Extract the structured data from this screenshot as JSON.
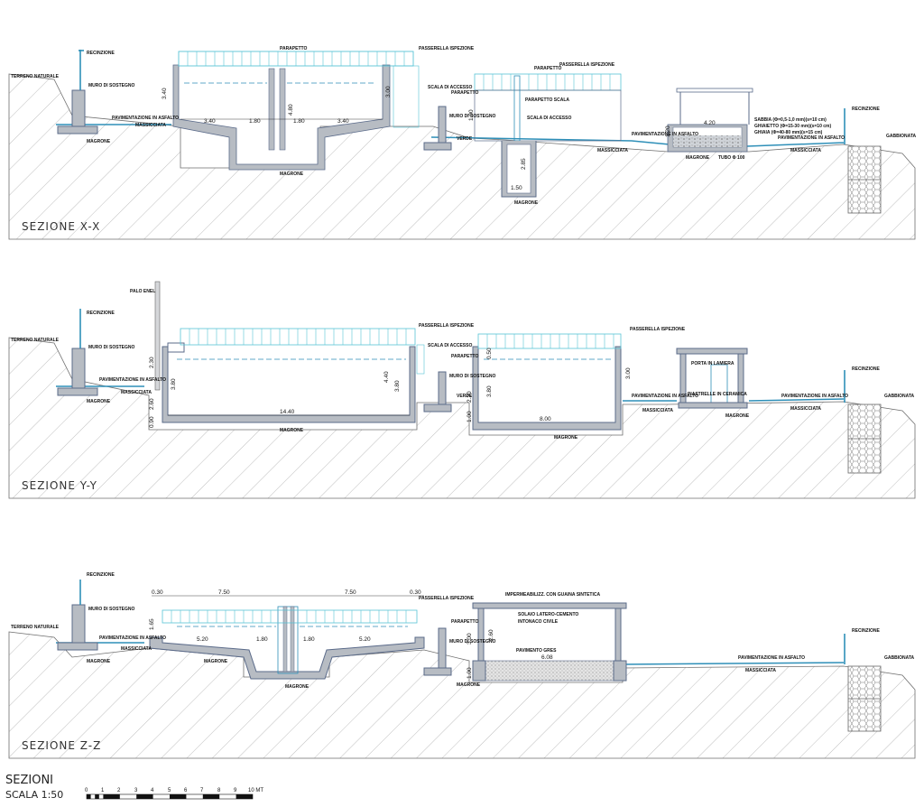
{
  "drawing": {
    "title": "SEZIONI",
    "scale_label": "SCALA 1:50",
    "scale_ticks": [
      "0",
      "1",
      "2",
      "3",
      "4",
      "5",
      "6",
      "7",
      "8",
      "9",
      "10 MT"
    ]
  },
  "colors": {
    "concrete": "#5b6b8a",
    "blue": "#2e8fb8",
    "rail": "#58c4d6",
    "fill": "#b7bcc3",
    "hatch": "#9a9a9a"
  },
  "sections": [
    {
      "name": "SEZIONE X-X",
      "labels": {
        "terreno": "TERRENO NATURALE",
        "recinzione": "RECINZIONE",
        "muro": "MURO DI SOSTEGNO",
        "pavimentazione": "PAVIMENTAZIONE IN ASFALTO",
        "massicciata": "MASSICCIATA",
        "magrone": "MAGRONE",
        "parapetto": "PARAPETTO",
        "passerella": "PASSERELLA ISPEZIONE",
        "scala": "SCALA DI ACCESSO",
        "verde": "VERDE",
        "parapetto_scala": "PARAPETTO SCALA",
        "pav2": "PAVIMENTAZIONE IN ASFALTO",
        "sabbia": "SABBIA (Φ=0,5-1,0 mm)(s=10 cm)",
        "ghiaietto": "GHIAIETTO (Φ=15-30 mm)(s=10 cm)",
        "ghiaia": "GHIAIA (Φ=40-80 mm)(s=15 cm)",
        "tubo": "TUBO Φ 100",
        "gabbionata": "GABBIONATA"
      },
      "dims": {
        "h1": "3.40",
        "w1": "3.40",
        "w2": "1.80",
        "hc": "4.80",
        "w3": "1.80",
        "w4": "3.40",
        "h2": "3.00",
        "hp": "1.00",
        "hw": "2.85",
        "ww": "1.50",
        "wf": "4.20",
        "hf": "1.20"
      }
    },
    {
      "name": "SEZIONE Y-Y",
      "labels": {
        "terreno": "TERRENO NATURALE",
        "recinzione": "RECINZIONE",
        "muro": "MURO DI SOSTEGNO",
        "palo": "PALO ENEL",
        "pavimentazione": "PAVIMENTAZIONE IN ASFALTO",
        "massicciata": "MASSICCIATA",
        "magrone": "MAGRONE",
        "passerella": "PASSERELLA ISPEZIONE",
        "scala": "SCALA DI ACCESSO",
        "parapetto": "PARAPETTO",
        "verde": "VERDE",
        "passerella2": "PASSERELLA ISPEZIONE",
        "porta": "PORTA IN LAMIERA",
        "piastrelle": "PIASTRELLE IN CERAMICA",
        "pav2": "PAVIMENTAZIONE IN ASFALTO",
        "pav3": "PAVIMENTAZIONE IN ASFALTO",
        "gabbionata": "GABBIONATA"
      },
      "dims": {
        "h0": "2.30",
        "h1": "3.80",
        "h2": "2.60",
        "h3": "0.90",
        "wA": "14.40",
        "hA": "4.40",
        "hA2": "3.80",
        "h4": "1.00",
        "h5": "2.20",
        "h6": "0.50",
        "hB": "3.80",
        "hB2": "3.00",
        "wB": "8.00"
      }
    },
    {
      "name": "SEZIONE Z-Z",
      "labels": {
        "terreno": "TERRENO NATURALE",
        "recinzione": "RECINZIONE",
        "muro": "MURO DI SOSTEGNO",
        "pavimentazione": "PAVIMENTAZIONE IN ASFALTO",
        "massicciata": "MASSICCIATA",
        "magrone": "MAGRONE",
        "passerella": "PASSERELLA ISPEZIONE",
        "parapetto": "PARAPETTO",
        "impermeab": "IMPERMEABILIZZ. CON GUAINA SINTETICA",
        "solaio": "SOLAIO LATERO-CEMENTO",
        "intonaco": "INTONACO CIVILE",
        "pavimento": "PAVIMENTO GRES",
        "pav2": "PAVIMENTAZIONE IN ASFALTO",
        "gabbionata": "GABBIONATA"
      },
      "dims": {
        "d1": "0.30",
        "d2": "7.50",
        "d3": "7.50",
        "d4": "0.30",
        "h1": "1.65",
        "w1": "5.20",
        "w2": "1.80",
        "w3": "1.80",
        "w4": "5.20",
        "h2": "1.00",
        "h3": "3.00",
        "h4": "2.60",
        "w5": "6.08"
      }
    }
  ]
}
